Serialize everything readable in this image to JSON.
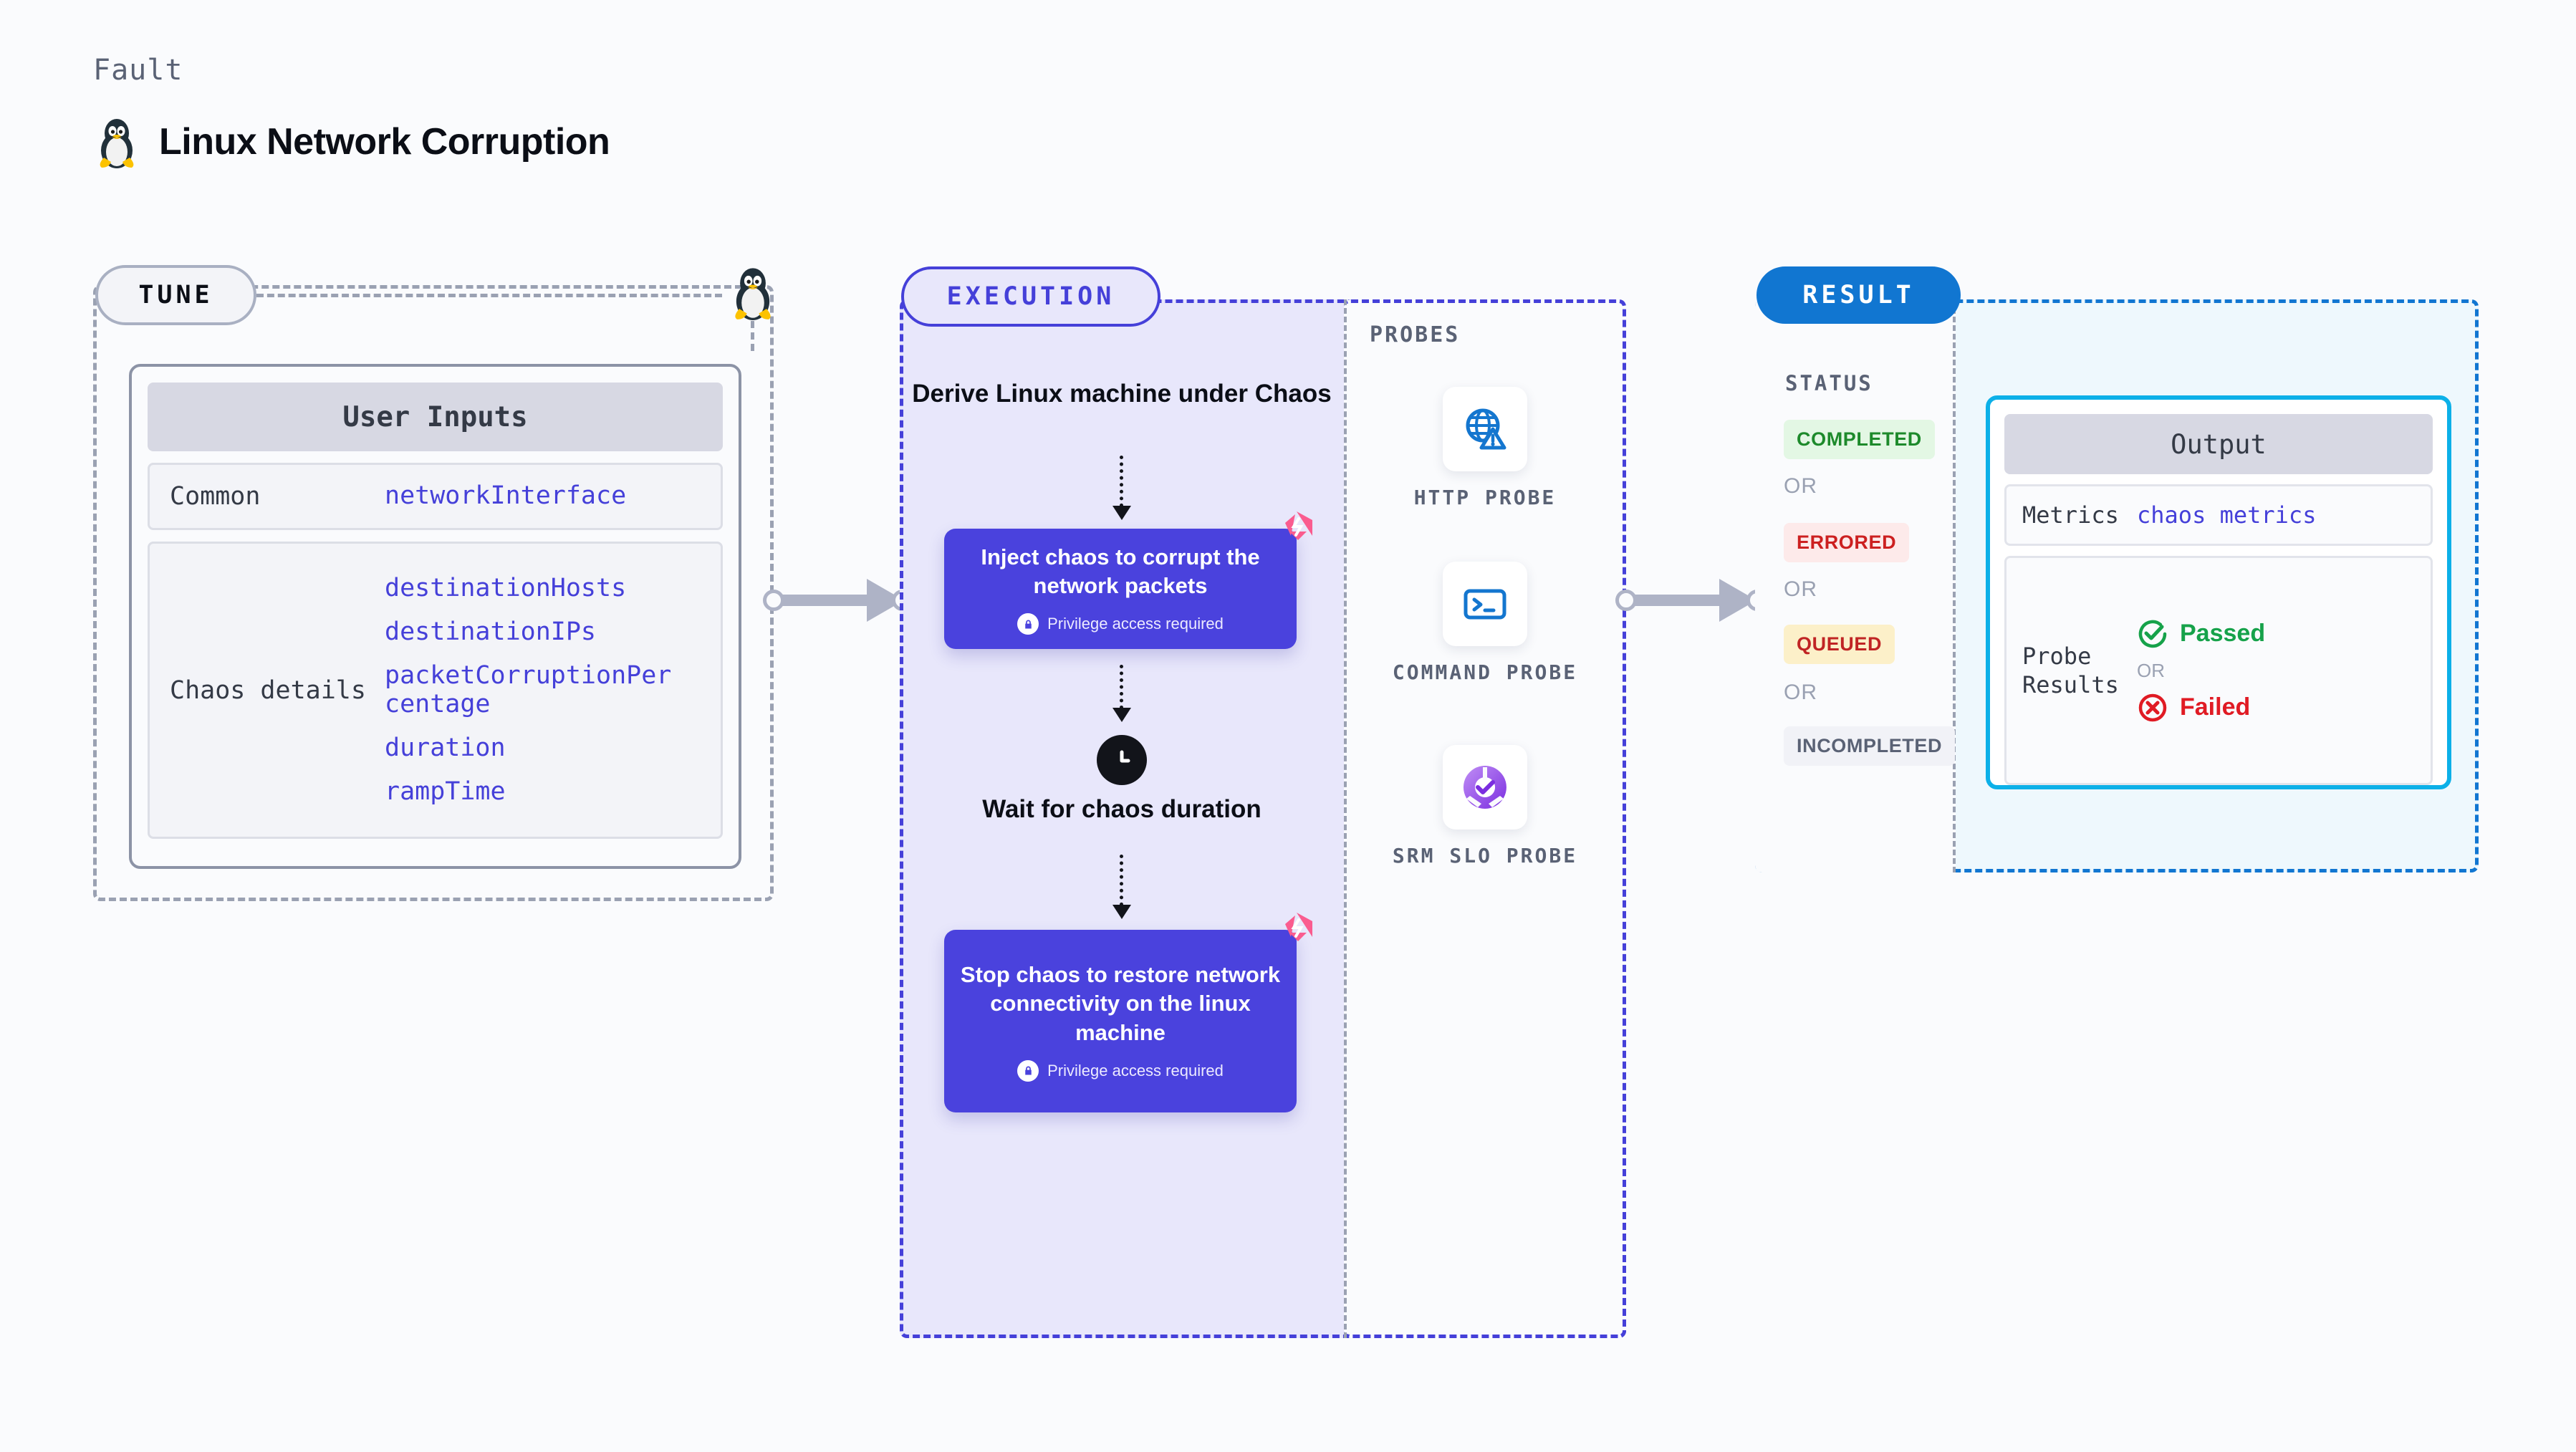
{
  "header": {
    "eyebrow": "Fault",
    "title": "Linux Network Corruption",
    "icon": "tux-penguin-icon"
  },
  "tune": {
    "badge": "TUNE",
    "card_title": "User Inputs",
    "rows": [
      {
        "key": "Common",
        "values": [
          "networkInterface"
        ]
      },
      {
        "key": "Chaos details",
        "values": [
          "destinationHosts",
          "destinationIPs",
          "packetCorruptionPercentage",
          "duration",
          "rampTime"
        ]
      }
    ]
  },
  "execution": {
    "badge": "EXECUTION",
    "step_derive": "Derive Linux machine under Chaos",
    "step_inject": "Inject chaos to corrupt the network packets",
    "step_inject_note": "Privilege access required",
    "step_wait": "Wait for chaos duration",
    "step_stop": "Stop chaos to restore network connectivity on the linux machine",
    "step_stop_note": "Privilege access required"
  },
  "probes": {
    "title": "PROBES",
    "items": [
      {
        "label": "HTTP PROBE",
        "icon": "globe-warning-icon"
      },
      {
        "label": "COMMAND PROBE",
        "icon": "terminal-icon"
      },
      {
        "label": "SRM SLO PROBE",
        "icon": "slo-donut-check-icon"
      }
    ]
  },
  "result": {
    "badge": "RESULT",
    "status_title": "STATUS",
    "or_label": "OR",
    "statuses": [
      {
        "label": "COMPLETED",
        "bg": "#e3f7e4",
        "fg": "#1d8a2b"
      },
      {
        "label": "ERRORED",
        "bg": "#fdeaea",
        "fg": "#cc2020"
      },
      {
        "label": "QUEUED",
        "bg": "#fcf0c9",
        "fg": "#c02424"
      },
      {
        "label": "INCOMPLETED",
        "bg": "#f1f2f7",
        "fg": "#5a6275"
      }
    ],
    "output": {
      "title": "Output",
      "metrics_key": "Metrics",
      "metrics_value": "chaos metrics",
      "probe_results_key": "Probe Results",
      "passed_label": "Passed",
      "failed_label": "Failed",
      "or_label": "OR"
    }
  },
  "colors": {
    "accent_purple": "#4540d9",
    "chaos_box": "#4a42dd",
    "result_blue": "#1176d1",
    "output_cyan": "#0cb0e8",
    "litmus_pink": "#fa5c8f",
    "muted_gray": "#9aa1b2"
  }
}
